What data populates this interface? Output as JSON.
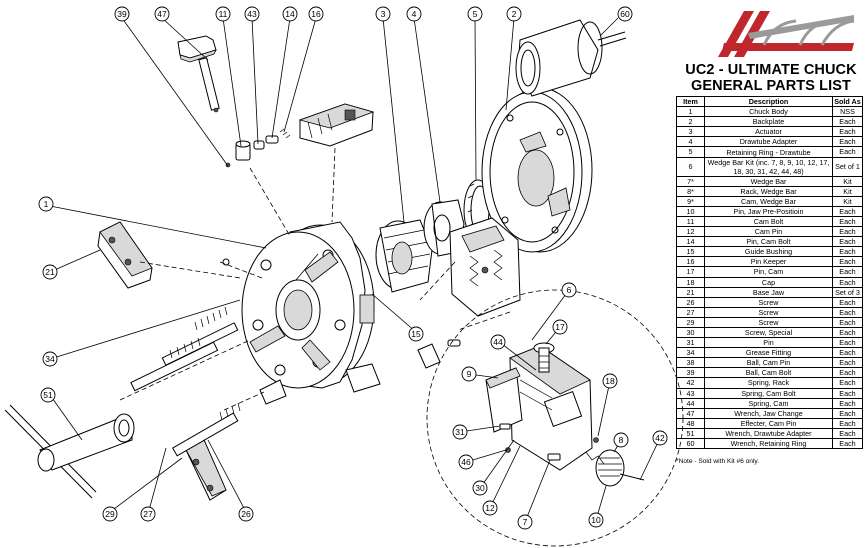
{
  "header": {
    "title_line1": "UC2 - ULTIMATE CHUCK",
    "title_line2": "GENERAL PARTS LIST"
  },
  "table": {
    "columns": [
      "Item",
      "Description",
      "Sold As"
    ],
    "rows": [
      {
        "item": "1",
        "desc": "Chuck Body",
        "sold": "NSS"
      },
      {
        "item": "2",
        "desc": "Backplate",
        "sold": "Each"
      },
      {
        "item": "3",
        "desc": "Actuator",
        "sold": "Each"
      },
      {
        "item": "4",
        "desc": "Drawtube Adapter",
        "sold": "Each"
      },
      {
        "item": "5",
        "desc": "Retaining Ring - Drawtube",
        "sold": "Each"
      },
      {
        "item": "6",
        "desc": "Wedge Bar Kit (inc. 7, 8, 9, 10, 12, 17, 18, 30, 31, 42, 44, 48)",
        "sold": "Set of 1"
      },
      {
        "item": "7*",
        "desc": "Wedge Bar",
        "sold": "Kit"
      },
      {
        "item": "8*",
        "desc": "Rack, Wedge Bar",
        "sold": "Kit"
      },
      {
        "item": "9*",
        "desc": "Cam, Wedge Bar",
        "sold": "Kit"
      },
      {
        "item": "10",
        "desc": "Pin, Jaw Pre-Positioin",
        "sold": "Each"
      },
      {
        "item": "11",
        "desc": "Cam Bolt",
        "sold": "Each"
      },
      {
        "item": "12",
        "desc": "Cam Pin",
        "sold": "Each"
      },
      {
        "item": "14",
        "desc": "Pin, Cam Bolt",
        "sold": "Each"
      },
      {
        "item": "15",
        "desc": "Guide Bushing",
        "sold": "Each"
      },
      {
        "item": "16",
        "desc": "Pin Keeper",
        "sold": "Each"
      },
      {
        "item": "17",
        "desc": "Pin, Cam",
        "sold": "Each"
      },
      {
        "item": "18",
        "desc": "Cap",
        "sold": "Each"
      },
      {
        "item": "21",
        "desc": "Base Jaw",
        "sold": "Set of 3"
      },
      {
        "item": "26",
        "desc": "Screw",
        "sold": "Each"
      },
      {
        "item": "27",
        "desc": "Screw",
        "sold": "Each"
      },
      {
        "item": "29",
        "desc": "Screw",
        "sold": "Each"
      },
      {
        "item": "30",
        "desc": "Screw, Special",
        "sold": "Each"
      },
      {
        "item": "31",
        "desc": "Pin",
        "sold": "Each"
      },
      {
        "item": "34",
        "desc": "Grease Fitting",
        "sold": "Each"
      },
      {
        "item": "38",
        "desc": "Ball, Cam Pin",
        "sold": "Each"
      },
      {
        "item": "39",
        "desc": "Ball, Cam Bolt",
        "sold": "Each"
      },
      {
        "item": "42",
        "desc": "Spring, Rack",
        "sold": "Each"
      },
      {
        "item": "43",
        "desc": "Spring, Cam Bolt",
        "sold": "Each"
      },
      {
        "item": "44",
        "desc": "Spring, Cam",
        "sold": "Each"
      },
      {
        "item": "47",
        "desc": "Wrench, Jaw Change",
        "sold": "Each"
      },
      {
        "item": "48",
        "desc": "Effecter, Cam Pin",
        "sold": "Each"
      },
      {
        "item": "51",
        "desc": "Wrench, Drawtube Adapter",
        "sold": "Each"
      },
      {
        "item": "60",
        "desc": "Wrench, Retaining Ring",
        "sold": "Each"
      }
    ]
  },
  "note": "*Note - Sold with Kit #6 only.",
  "callouts": [
    "39",
    "47",
    "11",
    "43",
    "14",
    "16",
    "3",
    "4",
    "5",
    "2",
    "60",
    "1",
    "21",
    "34",
    "51",
    "29",
    "27",
    "26",
    "15",
    "6",
    "17",
    "44",
    "9",
    "18",
    "8",
    "42",
    "31",
    "46",
    "30",
    "12",
    "7",
    "10"
  ],
  "colors": {
    "logo_red": "#c0272d",
    "logo_gray": "#9a9a9a",
    "line": "#000000"
  }
}
